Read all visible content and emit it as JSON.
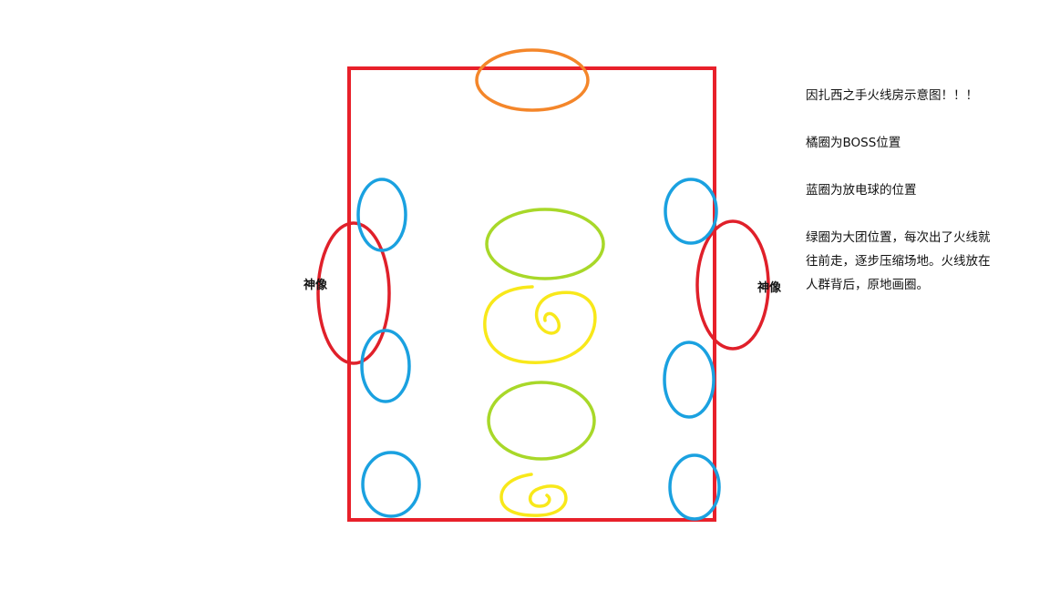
{
  "statues": {
    "left_label": "神像",
    "right_label": "神像"
  },
  "notes": {
    "title": "因扎西之手火线房示意图！！！",
    "orange_legend": "橘圈为BOSS位置",
    "blue_legend": "蓝圈为放电球的位置",
    "green_legend_line1": "绿圈为大团位置，每次出了火线就",
    "green_legend_line2": "往前走，逐步压缩场地。火线放在",
    "green_legend_line3": "人群背后，原地画圈。"
  },
  "colors": {
    "room_border": "#e8202a",
    "statue_circle": "#e0202a",
    "boss_circle": "#f4862a",
    "orb_circle": "#1aa1e0",
    "raid_circle": "#a8d829",
    "fire_line": "#f8e81a"
  }
}
